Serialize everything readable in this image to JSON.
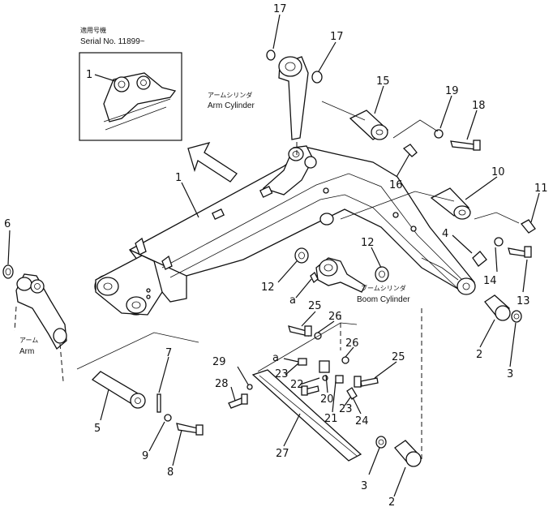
{
  "serial": {
    "jp": "適用号機",
    "text": "Serial No. 11899~"
  },
  "captions": {
    "arm_cyl_jp": "アームシリンダ",
    "arm_cyl": "Arm Cylinder",
    "boom_cyl_jp": "ブームシリンダ",
    "boom_cyl": "Boom Cylinder",
    "arm_jp": "アーム",
    "arm": "Arm"
  },
  "callouts": {
    "c1": "1",
    "c1b": "1",
    "c2a": "2",
    "c2b": "2",
    "c3a": "3",
    "c3b": "3",
    "c4": "4",
    "c5": "5",
    "c6": "6",
    "c7": "7",
    "c8": "8",
    "c9": "9",
    "c10": "10",
    "c11": "11",
    "c12a": "12",
    "c12b": "12",
    "c13": "13",
    "c14": "14",
    "c15": "15",
    "c16": "16",
    "c17a": "17",
    "c17b": "17",
    "c18": "18",
    "c19": "19",
    "c20": "20",
    "c21": "21",
    "c22": "22",
    "c23a": "23",
    "c23b": "23",
    "c24": "24",
    "c25a": "25",
    "c25b": "25",
    "c26a": "26",
    "c26b": "26",
    "c27": "27",
    "c28": "28",
    "c29": "29",
    "ca1": "a",
    "ca2": "a"
  }
}
